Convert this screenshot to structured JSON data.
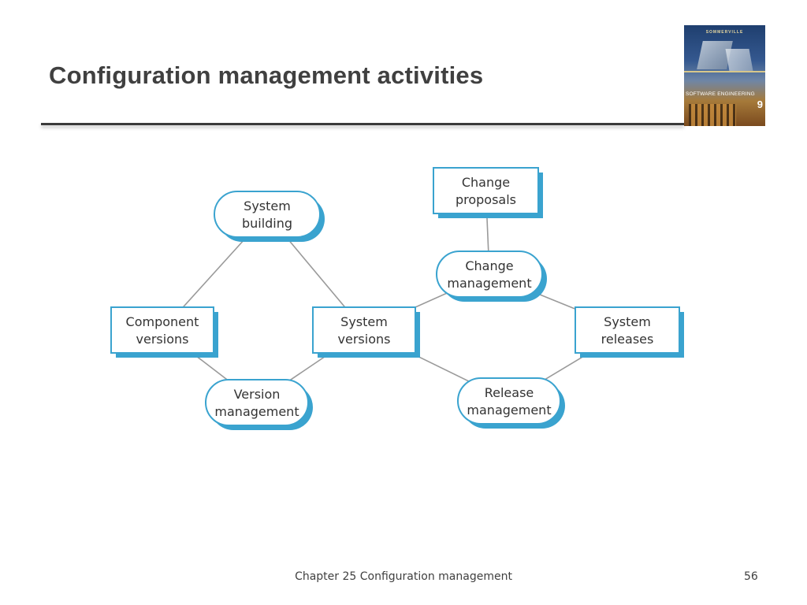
{
  "slide": {
    "title": "Configuration management activities",
    "footer": "Chapter 25 Configuration management",
    "page_number": "56"
  },
  "book_cover": {
    "author": "SOMMERVILLE",
    "title": "SOFTWARE ENGINEERING",
    "edition": "9"
  },
  "diagram": {
    "nodes": [
      {
        "id": "system-building",
        "shape": "rounded",
        "lines": [
          "System",
          "building"
        ]
      },
      {
        "id": "change-proposals",
        "shape": "rect",
        "lines": [
          "Change",
          "proposals"
        ]
      },
      {
        "id": "change-management",
        "shape": "rounded",
        "lines": [
          "Change",
          "management"
        ]
      },
      {
        "id": "component-versions",
        "shape": "rect",
        "lines": [
          "Component",
          "versions"
        ]
      },
      {
        "id": "system-versions",
        "shape": "rect",
        "lines": [
          "System",
          "versions"
        ]
      },
      {
        "id": "system-releases",
        "shape": "rect",
        "lines": [
          "System",
          "releases"
        ]
      },
      {
        "id": "version-management",
        "shape": "rounded",
        "lines": [
          "Version",
          "management"
        ]
      },
      {
        "id": "release-management",
        "shape": "rounded",
        "lines": [
          "Release",
          "management"
        ]
      }
    ],
    "edges": [
      [
        "system-building",
        "component-versions"
      ],
      [
        "system-building",
        "system-versions"
      ],
      [
        "change-proposals",
        "change-management"
      ],
      [
        "change-management",
        "system-versions"
      ],
      [
        "change-management",
        "system-releases"
      ],
      [
        "component-versions",
        "version-management"
      ],
      [
        "system-versions",
        "version-management"
      ],
      [
        "system-versions",
        "release-management"
      ],
      [
        "system-releases",
        "release-management"
      ]
    ],
    "colors": {
      "border": "#3aa3cf",
      "shadow": "#3aa3cf",
      "fill": "#ffffff",
      "edge": "#9a9a9a",
      "text": "#333333"
    }
  }
}
